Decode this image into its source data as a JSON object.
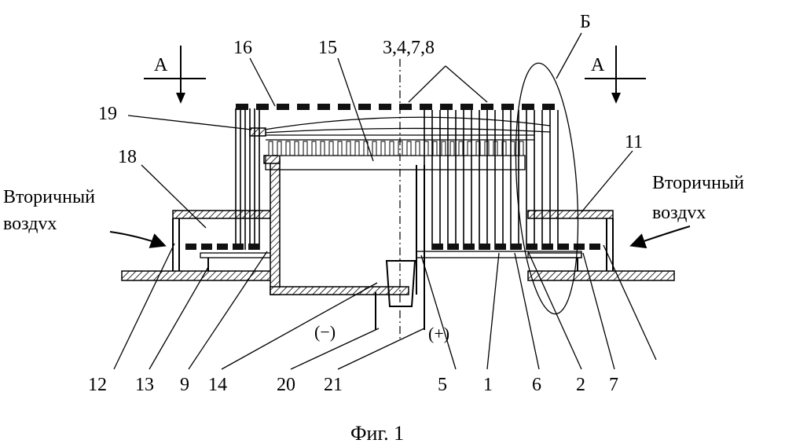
{
  "section_marks": {
    "left": "А",
    "right": "А"
  },
  "detail_mark": "Б",
  "left_text_line1": "Вторичный",
  "left_text_line2": "воздvх",
  "right_text_line1": "Вторичный",
  "right_text_line2": "воздvх",
  "polarity": {
    "minus": "(−)",
    "plus": "(+)"
  },
  "top_labels": {
    "l16": "16",
    "l15": "15",
    "l3478": "3,4,7,8",
    "l19": "19",
    "l18": "18",
    "l11": "11"
  },
  "bottom_labels": [
    "12",
    "13",
    "9",
    "14",
    "20",
    "21",
    "5",
    "1",
    "6",
    "2",
    "7"
  ],
  "caption": "Фиг. 1"
}
